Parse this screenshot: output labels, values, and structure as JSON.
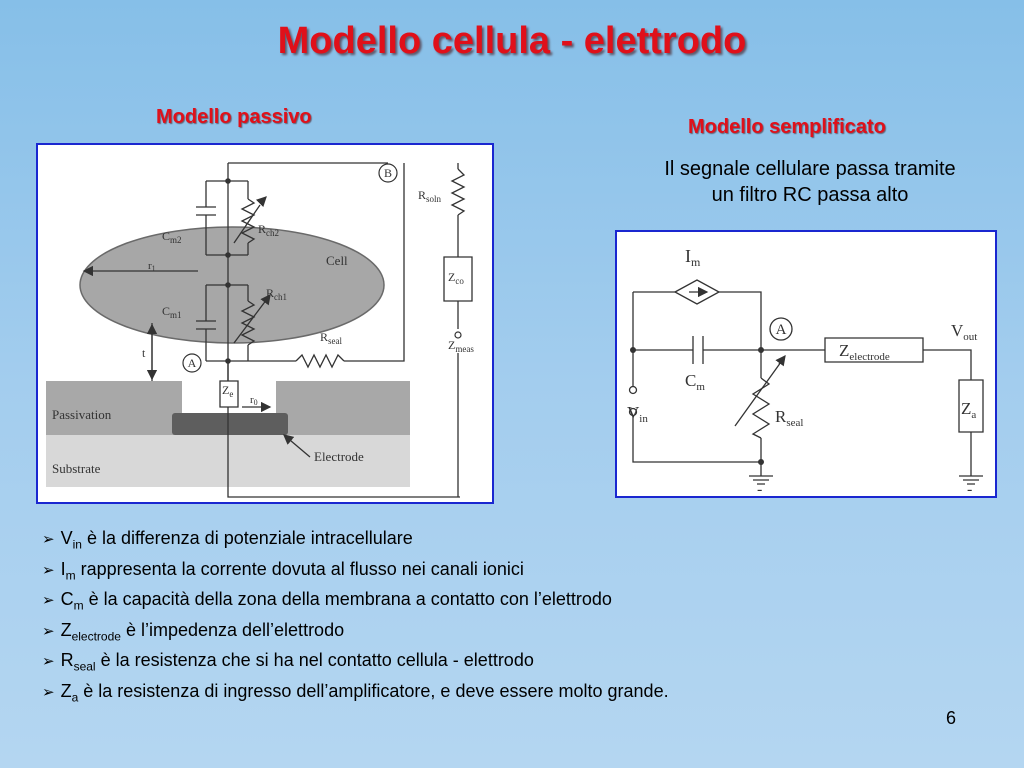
{
  "slide": {
    "title": "Modello cellula - elettrodo",
    "page_number": "6"
  },
  "passive": {
    "heading": "Modello passivo",
    "labels": {
      "B": "B",
      "A": "A",
      "cm2_main": "C",
      "cm2_sub": "m2",
      "rch2_main": "R",
      "rch2_sub": "ch2",
      "cell": "Cell",
      "r1_main": "r",
      "r1_sub": "1",
      "cm1_main": "C",
      "cm1_sub": "m1",
      "rch1_main": "R",
      "rch1_sub": "ch1",
      "rseal_main": "R",
      "rseal_sub": "seal",
      "t": "t",
      "ze_main": "Z",
      "ze_sub": "e",
      "r0_main": "r",
      "r0_sub": "0",
      "rsoln_main": "R",
      "rsoln_sub": "soln",
      "zco_main": "Z",
      "zco_sub": "co",
      "zmeas_main": "Z",
      "zmeas_sub": "meas",
      "passivation": "Passivation",
      "substrate": "Substrate",
      "electrode": "Electrode"
    }
  },
  "simplified": {
    "heading": "Modello semplificato",
    "desc_line1": "Il segnale cellulare passa tramite",
    "desc_line2": "un filtro RC passa alto",
    "labels": {
      "im_main": "I",
      "im_sub": "m",
      "a": "A",
      "cm_main": "C",
      "cm_sub": "m",
      "vin_main": "V",
      "vin_sub": "in",
      "rseal_main": "R",
      "rseal_sub": "seal",
      "zel_main": "Z",
      "zel_sub": "electrode",
      "vout_main": "V",
      "vout_sub": "out",
      "za_main": "Z",
      "za_sub": "a",
      "minus1": "-",
      "minus2": "-"
    }
  },
  "bullets": [
    {
      "main": "V",
      "sub": "in",
      "text": " è la differenza di potenziale intracellulare"
    },
    {
      "main": "I",
      "sub": "m",
      "text": " rappresenta la corrente dovuta al flusso nei canali ionici"
    },
    {
      "main": "C",
      "sub": "m",
      "text": " è la capacità della zona della membrana a contatto con l’elettrodo"
    },
    {
      "main": "Z",
      "sub": "electrode",
      "text": " è l’impedenza dell’elettrodo"
    },
    {
      "main": "R",
      "sub": "seal",
      "text": " è la resistenza che si ha nel contatto cellula - elettrodo"
    },
    {
      "main": "Z",
      "sub": "a",
      "text": " è la resistenza di ingresso dell’amplificatore, e deve essere molto grande."
    }
  ],
  "colors": {
    "title_red": "#e0101a",
    "panel_border": "#1a27d0",
    "background": "#a3cdee"
  }
}
